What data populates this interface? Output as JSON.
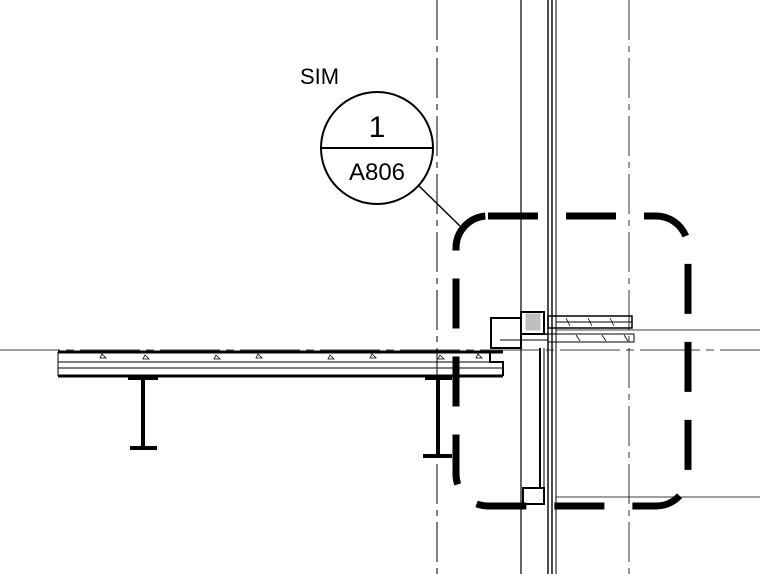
{
  "callout": {
    "prefix": "SIM",
    "detail_number": "1",
    "sheet_number": "A806"
  },
  "colors": {
    "ink": "#000000",
    "background": "#ffffff"
  }
}
